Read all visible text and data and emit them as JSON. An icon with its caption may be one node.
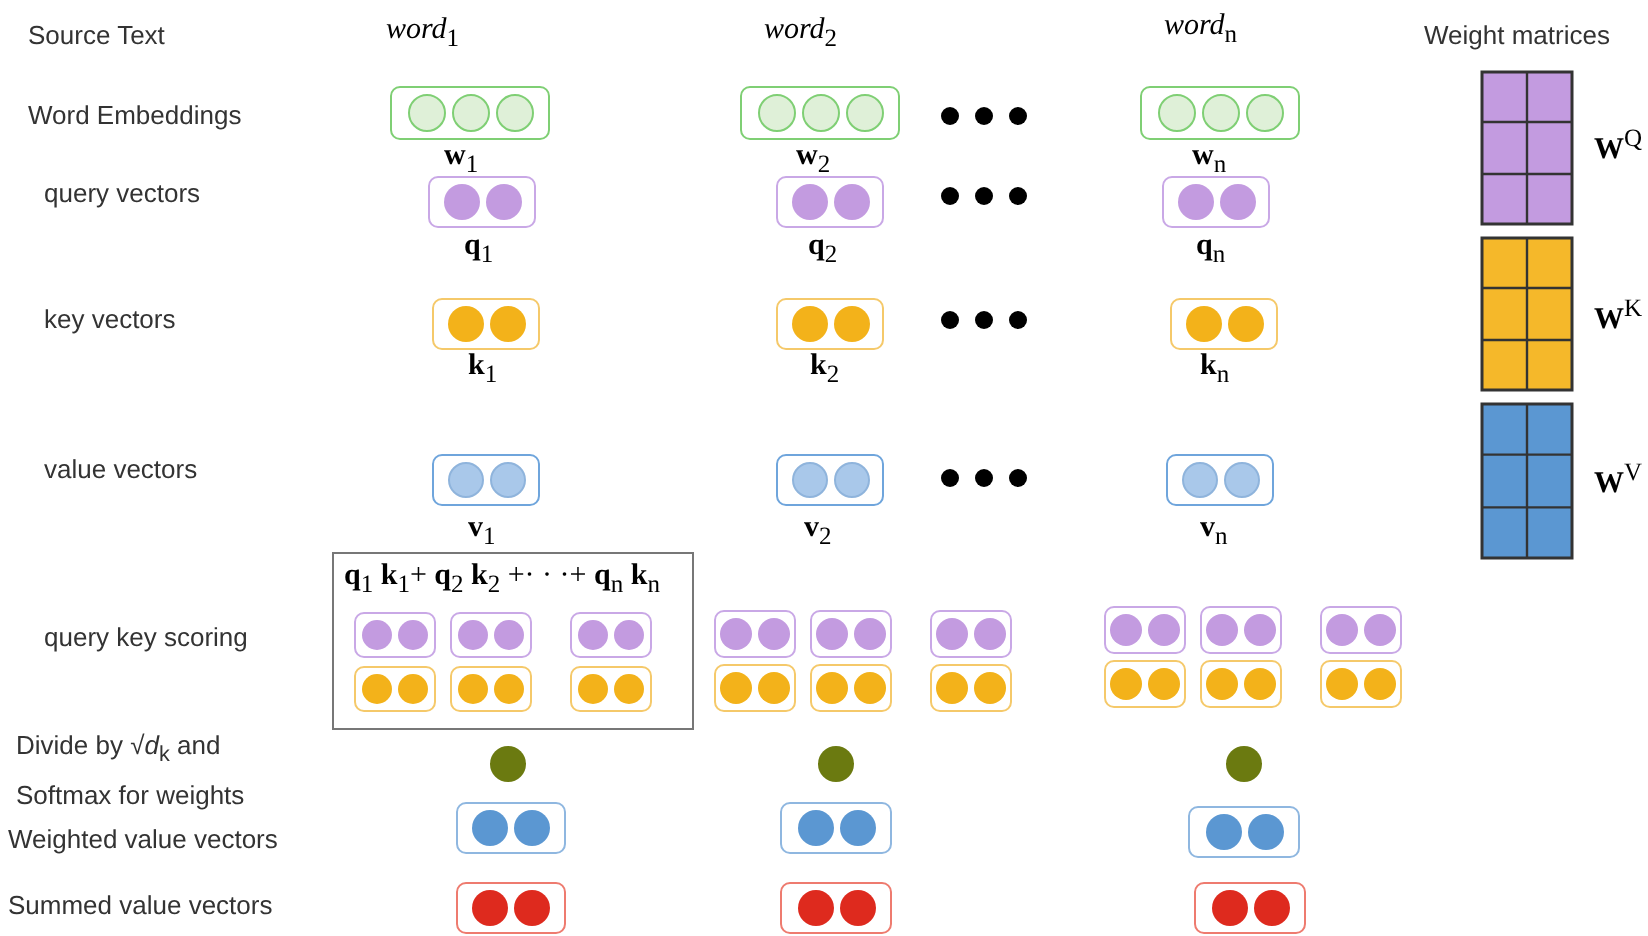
{
  "diagram": {
    "nodes": [
      {
        "text": [],
        "shape": "box",
        "beside": [
          "**w**$_{1}$"
        ]
      },
      {
        "text": [],
        "shape": "box",
        "beside": [
          "**w**$_{2}$"
        ]
      },
      {
        "text": [],
        "shape": "box",
        "beside": [
          "**w**$_{n}$"
        ]
      },
      {
        "text": [],
        "shape": "box",
        "beside": [
          "**q**$_{1}$"
        ]
      },
      {
        "text": [],
        "shape": "box",
        "beside": [
          "**q**$_{2}$"
        ]
      },
      {
        "text": [],
        "shape": "box",
        "beside": [
          "**q**$_{n}$"
        ]
      },
      {
        "text": [],
        "shape": "box",
        "beside": [
          "**k**$_{1}$"
        ]
      },
      {
        "text": [],
        "shape": "box",
        "beside": [
          "**k**$_{2}$"
        ]
      },
      {
        "text": [],
        "shape": "box",
        "beside": [
          "**k**$_{n}$"
        ]
      },
      {
        "text": [],
        "shape": "box",
        "beside": [
          "**v**$_{1}$"
        ]
      },
      {
        "text": [],
        "shape": "box",
        "beside": [
          "**v**$_{2}$"
        ]
      },
      {
        "text": [],
        "shape": "box",
        "beside": [
          "**v**$_{n}$"
        ]
      },
      {
        "text": [
          "**q**$_{1}$ **k**$_{1}$+ **q**$_{2}$ **k**$_{2}$ +· · ·+ **q**$_{n}$ **k**$_{n}$"
        ]
      },
      {
        "text": [],
        "shape": "box",
        "in": 12
      },
      {
        "text": [],
        "shape": "box",
        "in": 12
      },
      {
        "text": [],
        "shape": "box",
        "in": 12
      },
      {
        "text": [],
        "shape": "box",
        "in": 12
      },
      {
        "text": [],
        "shape": "box",
        "in": 12
      },
      {
        "text": [],
        "shape": "box",
        "in": 12
      },
      {
        "text": [],
        "shape": "box"
      },
      {
        "text": [],
        "shape": "box"
      },
      {
        "text": [],
        "shape": "box"
      },
      {
        "text": [],
        "shape": "box"
      },
      {
        "text": [],
        "shape": "box"
      },
      {
        "text": [],
        "shape": "box"
      },
      {
        "text": [],
        "shape": "box"
      },
      {
        "text": [],
        "shape": "box"
      },
      {
        "text": [],
        "shape": "box"
      },
      {
        "text": [],
        "shape": "box"
      },
      {
        "text": [],
        "shape": "box"
      },
      {
        "text": [],
        "shape": "box"
      },
      {
        "text": [],
        "shape": "circle"
      },
      {
        "text": [],
        "shape": "circle"
      },
      {
        "text": [],
        "shape": "circle"
      },
      {
        "text": [],
        "shape": "box"
      },
      {
        "text": [],
        "shape": "box"
      },
      {
        "text": [],
        "shape": "box"
      },
      {
        "text": [],
        "shape": "box"
      },
      {
        "text": [],
        "shape": "box"
      },
      {
        "text": [],
        "shape": "box"
      },
      {
        "text": [],
        "shape": "box",
        "beside": [
          "**W**$^{Q}$"
        ]
      },
      {
        "text": [],
        "shape": "box",
        "beside": [
          "**W**$^{K}$"
        ]
      },
      {
        "text": [],
        "shape": "box",
        "beside": [
          "**W**$^{V}$"
        ]
      }
    ],
    "labels": [
      "Source Text",
      "*word*$_{1}$",
      "*word*$_{2}$",
      "*word*$_{n}$",
      "Weight matrices",
      "Word Embeddings",
      "query vectors",
      "key vectors",
      "value vectors",
      "query key scoring",
      "Divide by √*d*$_{k}$ and Softmax for weights",
      "Weighted value vectors",
      "Summed value vectors"
    ]
  }
}
